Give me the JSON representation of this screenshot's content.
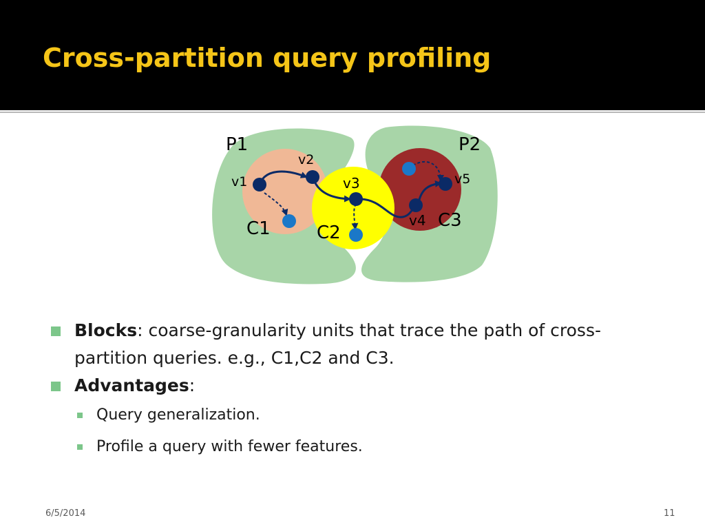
{
  "title": "Cross-partition query profiling",
  "diagram": {
    "partitions": [
      {
        "label": "P1",
        "color": "#a8d5a8"
      },
      {
        "label": "P2",
        "color": "#a8d5a8"
      }
    ],
    "clusters": [
      {
        "label": "C1",
        "color": "#f0b896"
      },
      {
        "label": "C2",
        "color": "#ffff00"
      },
      {
        "label": "C3",
        "color": "#9b2a2a"
      }
    ],
    "vertices": {
      "v1": "v1",
      "v2": "v2",
      "v3": "v3",
      "v4": "v4",
      "v5": "v5"
    },
    "colors": {
      "dark_node": "#0b2a66",
      "light_node": "#1b78c8",
      "edge": "#0b2a66"
    }
  },
  "bullets": [
    {
      "bold": "Blocks",
      "text": ": coarse-granularity units that trace the path of cross-partition queries. e.g., C1,C2 and C3."
    },
    {
      "bold": "Advantages",
      "text": ":"
    }
  ],
  "sub_bullets": [
    "Query generalization.",
    "Profile a query with fewer features."
  ],
  "footer": {
    "date": "6/5/2014",
    "page": "11"
  }
}
